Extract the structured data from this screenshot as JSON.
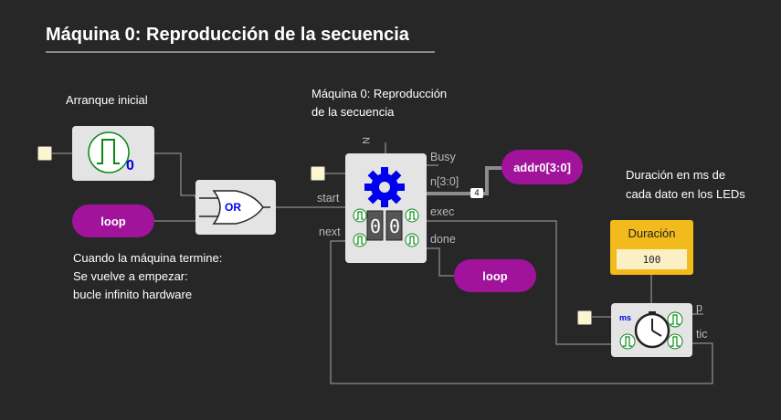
{
  "title": "Máquina 0: Reproducción de la secuencia",
  "notes": {
    "arranque": "Arranque inicial",
    "machine_line1": "Máquina 0: Reproducción",
    "machine_line2": "de la secuencia",
    "loop_line1": "Cuando la máquina termine:",
    "loop_line2": "Se vuelve a empezar:",
    "loop_line3": "bucle infinito hardware",
    "duracion_line1": "Duración en ms de",
    "duracion_line2": "cada dato en los LEDs"
  },
  "pins": {
    "n_top": "N",
    "busy": "Busy",
    "n_bus": "n[3:0]",
    "exec": "exec",
    "done": "done",
    "start": "start",
    "next": "next",
    "p": "p",
    "tic": "tic",
    "ms": "ms"
  },
  "blocks": {
    "pulse_value": "0",
    "or_label": "OR",
    "counter_digits": [
      "0",
      "0"
    ]
  },
  "labels": {
    "loop_left": "loop",
    "loop_right": "loop",
    "addr": "addr0[3:0]",
    "bus_width": "4"
  },
  "param": {
    "title": "Duración",
    "value": "100"
  },
  "colors": {
    "background": "#272727",
    "label_purple": "#a0139a",
    "param_yellow": "#f2bb1b",
    "gear_blue": "#0000ee",
    "pulse_green": "#0a8a16"
  }
}
